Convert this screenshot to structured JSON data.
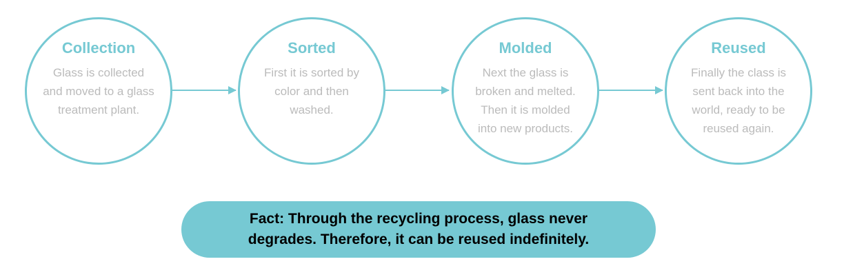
{
  "colors": {
    "accent": "#76c9d3",
    "muted_text": "#bbbbbb",
    "fact_text": "#000000",
    "background": "#ffffff"
  },
  "steps": [
    {
      "title": "Collection",
      "description": "Glass is collected\nand moved to a glass\ntreatment plant."
    },
    {
      "title": "Sorted",
      "description": "First it is sorted by\ncolor and then\nwashed."
    },
    {
      "title": "Molded",
      "description": "Next the glass is\nbroken and melted.\nThen it is molded\ninto new products."
    },
    {
      "title": "Reused",
      "description": "Finally the class is\nsent back into the\nworld, ready to be\nreused again."
    }
  ],
  "fact": {
    "text": "Fact: Through the recycling process, glass never\ndegrades. Therefore, it can be reused indefinitely."
  }
}
